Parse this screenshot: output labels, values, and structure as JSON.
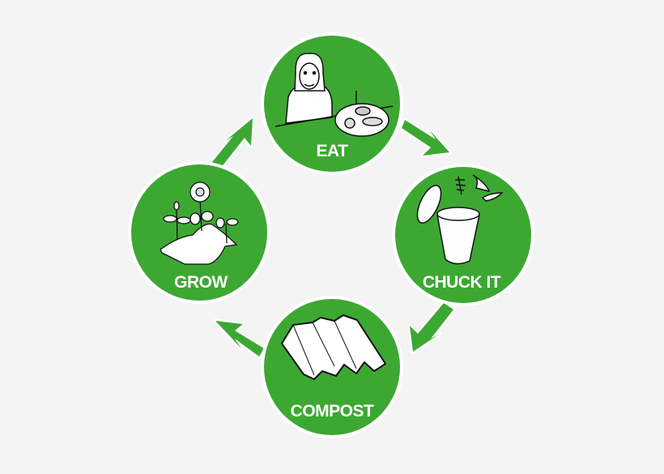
{
  "diagram": {
    "type": "cycle",
    "colors": {
      "green": "#3ca832",
      "ring": "#ffffff",
      "background": "#f4f4f4",
      "ink": "#111111",
      "sketch_fill": "#ffffff"
    },
    "nodes": [
      {
        "id": "eat",
        "label": "EAT",
        "icon": "person-eating-icon"
      },
      {
        "id": "chuck",
        "label": "CHUCK IT",
        "icon": "compost-bin-icon"
      },
      {
        "id": "compost",
        "label": "COMPOST",
        "icon": "compost-pile-icon"
      },
      {
        "id": "grow",
        "label": "GROW",
        "icon": "plants-growing-icon"
      }
    ],
    "edges": [
      {
        "from": "EAT",
        "to": "CHUCK IT"
      },
      {
        "from": "CHUCK IT",
        "to": "COMPOST"
      },
      {
        "from": "COMPOST",
        "to": "GROW"
      },
      {
        "from": "GROW",
        "to": "EAT"
      }
    ]
  }
}
